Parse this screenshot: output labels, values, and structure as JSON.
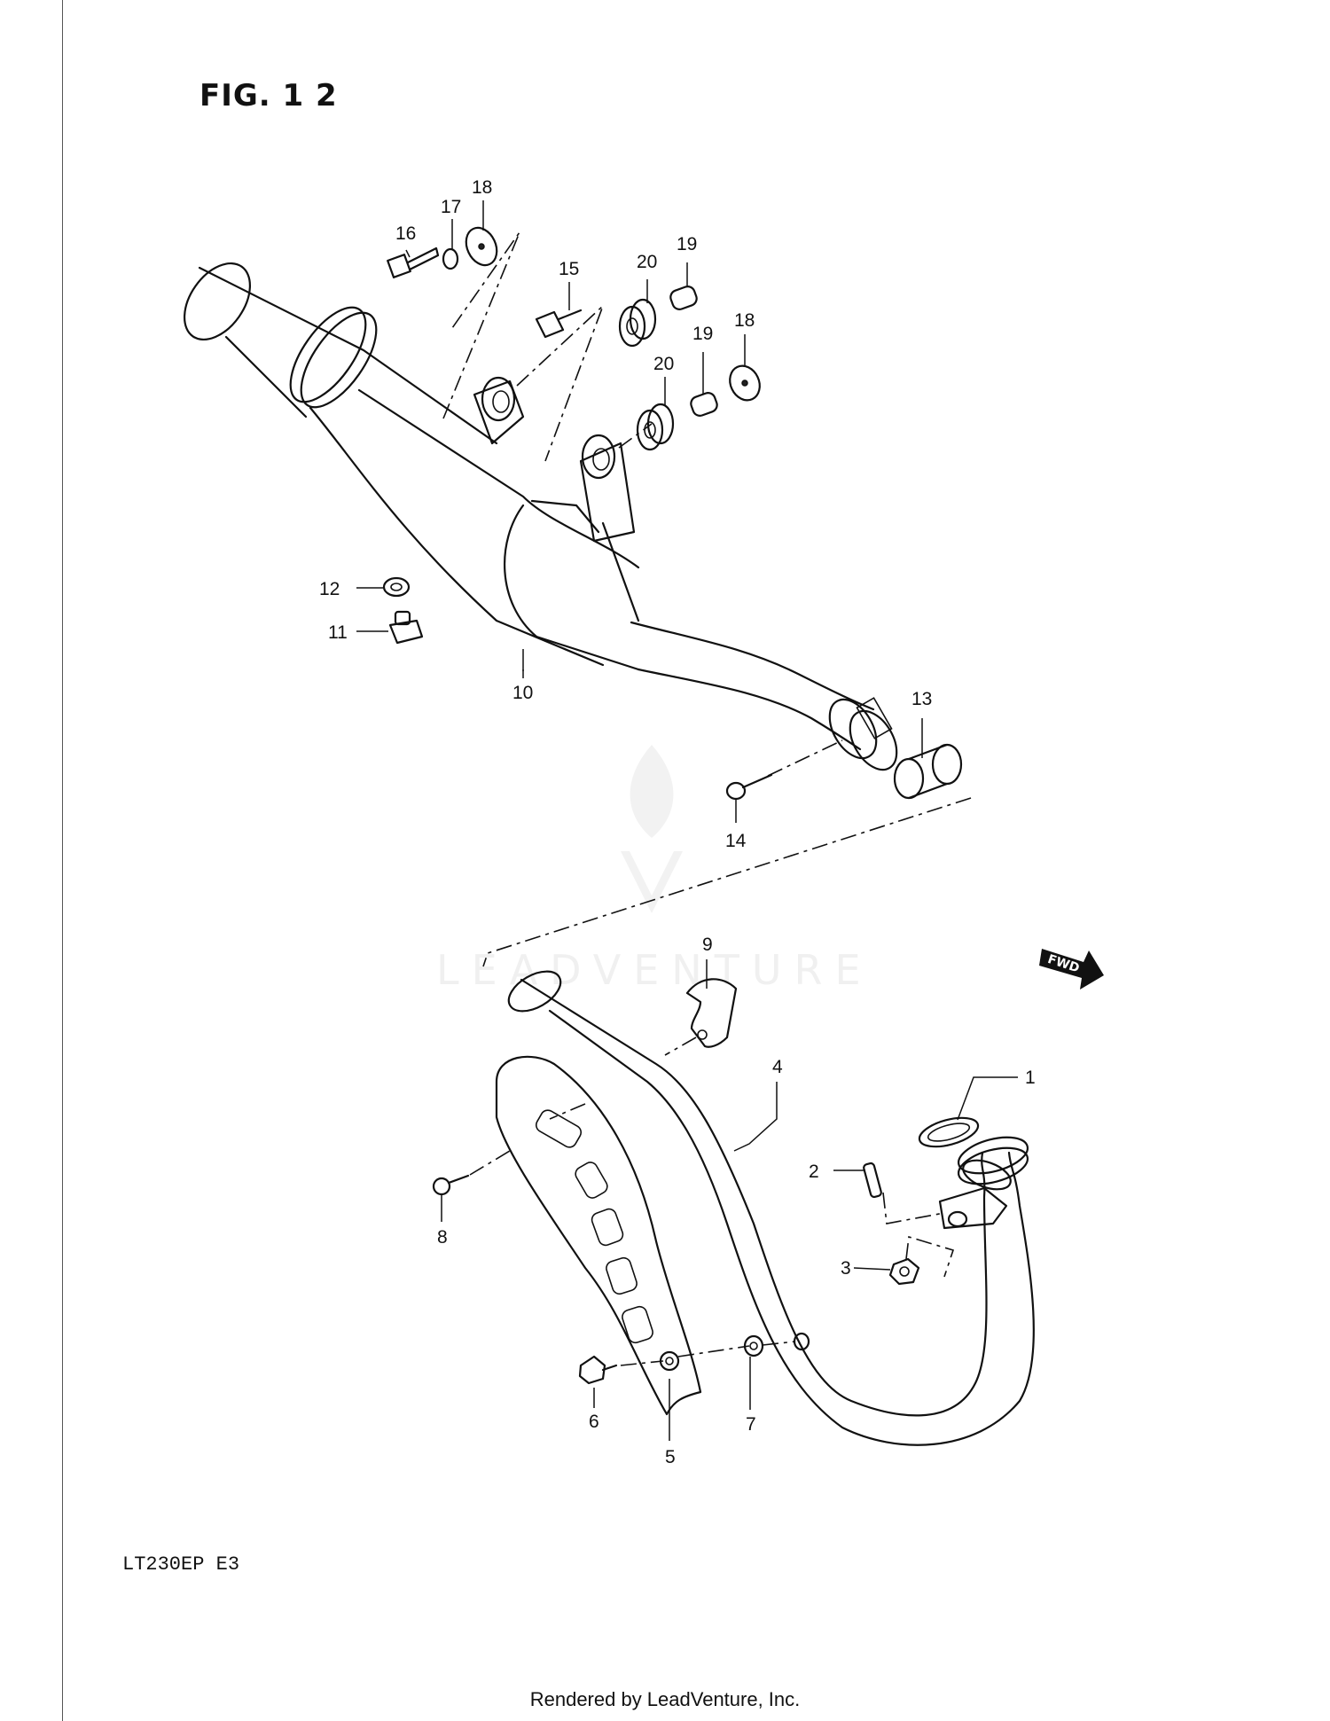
{
  "figure": {
    "title": "FIG. 1 2",
    "model_code": "LT230EP  E3",
    "footer": "Rendered by LeadVenture, Inc.",
    "watermark": "LEADVENTURE",
    "fwd_label": "FWD"
  },
  "callouts": [
    {
      "id": "c1",
      "label": "1"
    },
    {
      "id": "c2",
      "label": "2"
    },
    {
      "id": "c3",
      "label": "3"
    },
    {
      "id": "c4",
      "label": "4"
    },
    {
      "id": "c5",
      "label": "5"
    },
    {
      "id": "c6",
      "label": "6"
    },
    {
      "id": "c7",
      "label": "7"
    },
    {
      "id": "c8",
      "label": "8"
    },
    {
      "id": "c9",
      "label": "9"
    },
    {
      "id": "c10",
      "label": "10"
    },
    {
      "id": "c11",
      "label": "11"
    },
    {
      "id": "c12",
      "label": "12"
    },
    {
      "id": "c13",
      "label": "13"
    },
    {
      "id": "c14",
      "label": "14"
    },
    {
      "id": "c15",
      "label": "15"
    },
    {
      "id": "c16",
      "label": "16"
    },
    {
      "id": "c17",
      "label": "17"
    },
    {
      "id": "c18a",
      "label": "18"
    },
    {
      "id": "c18b",
      "label": "18"
    },
    {
      "id": "c19a",
      "label": "19"
    },
    {
      "id": "c19b",
      "label": "19"
    },
    {
      "id": "c20a",
      "label": "20"
    },
    {
      "id": "c20b",
      "label": "20"
    }
  ]
}
